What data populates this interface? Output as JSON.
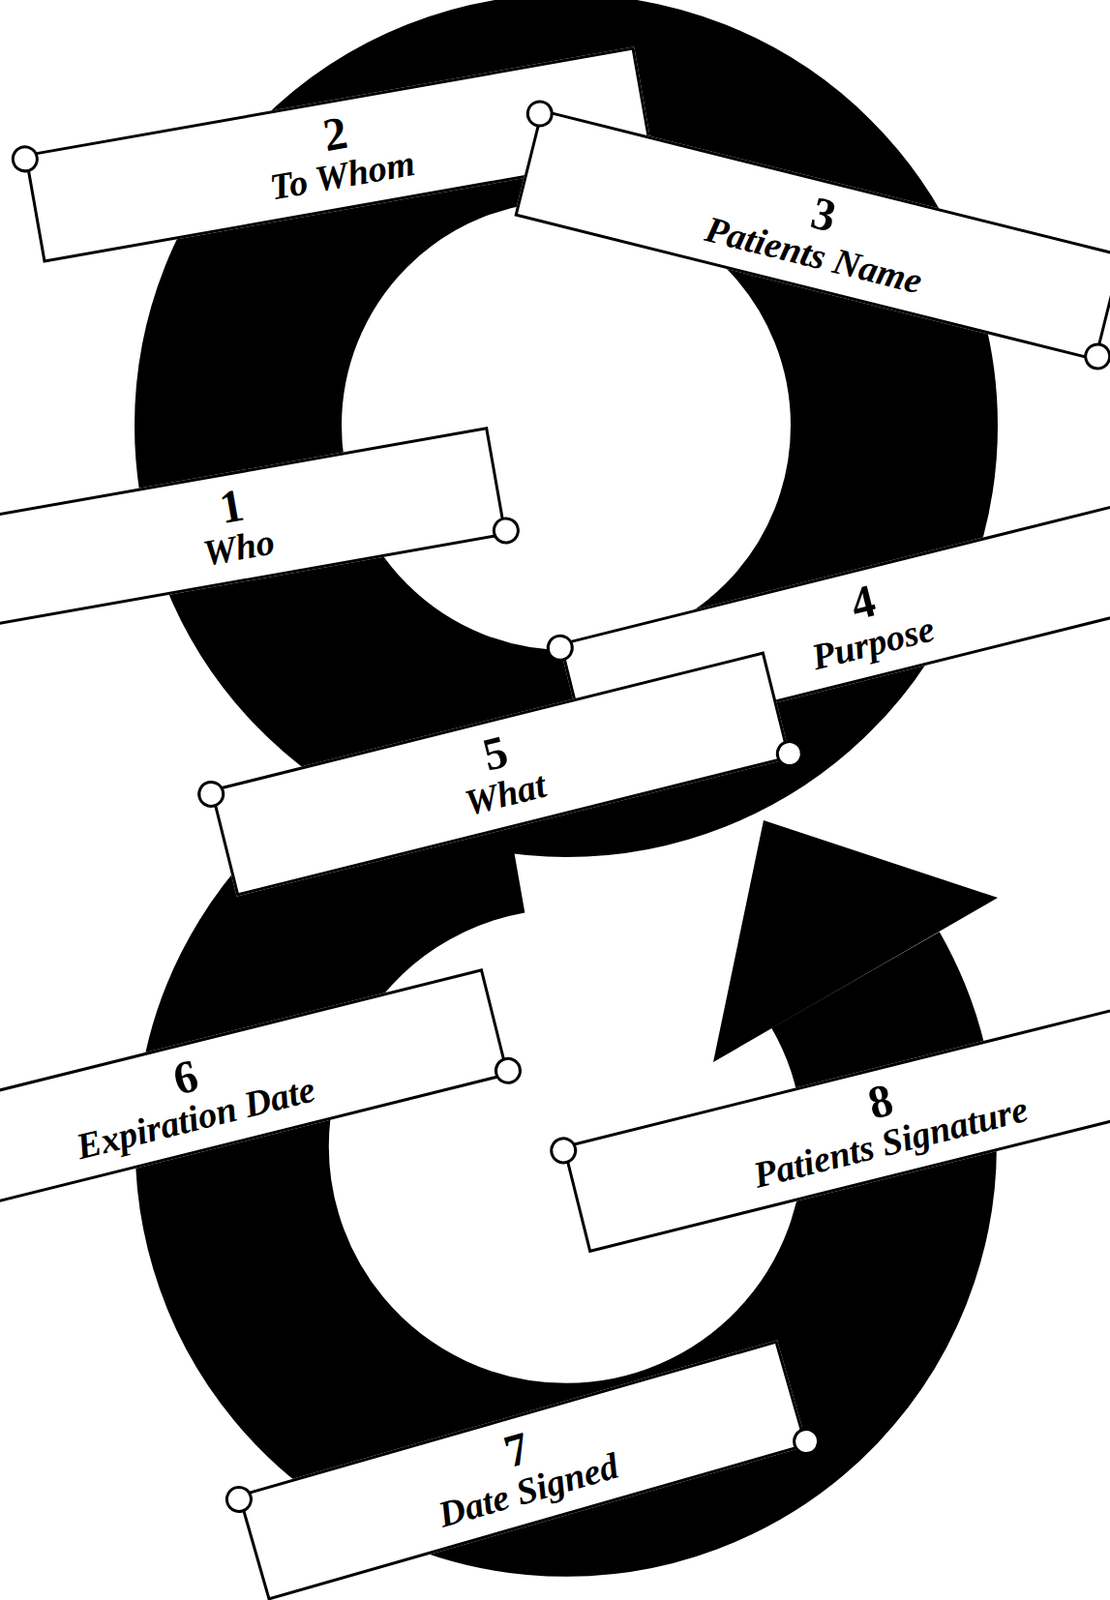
{
  "diagram": {
    "nodes": [
      {
        "text": [
          "1",
          "Who"
        ]
      },
      {
        "text": [
          "2",
          "To Whom"
        ]
      },
      {
        "text": [
          "3",
          "Patients Name"
        ]
      },
      {
        "text": [
          "4",
          "Purpose"
        ]
      },
      {
        "text": [
          "5",
          "What"
        ]
      },
      {
        "text": [
          "6",
          "Expiration Date"
        ]
      },
      {
        "text": [
          "7",
          "Date Signed"
        ]
      },
      {
        "text": [
          "8",
          "Patients Signature"
        ]
      }
    ]
  }
}
